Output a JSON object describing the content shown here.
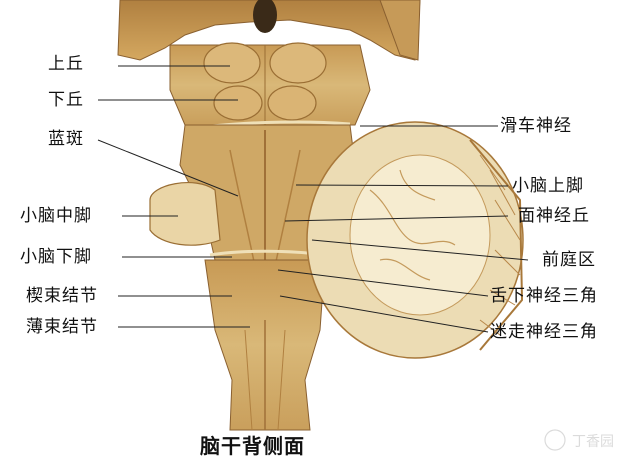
{
  "labels_left": {
    "superior_colliculus": "上丘",
    "inferior_colliculus": "下丘",
    "locus_coeruleus": "蓝斑",
    "middle_cerebellar_peduncle": "小脑中脚",
    "inferior_cerebellar_peduncle": "小脑下脚",
    "cuneate_tubercle": "楔束结节",
    "gracile_tubercle": "薄束结节"
  },
  "labels_right": {
    "trochlear_nerve": "滑车神经",
    "superior_cerebellar_peduncle": "小脑上脚",
    "facial_colliculus": "面神经丘",
    "vestibular_area": "前庭区",
    "hypoglossal_trigone": "舌下神经三角",
    "vagal_trigone": "迷走神经三角"
  },
  "caption": "脑干背侧面",
  "colors": {
    "tissue": "#d9b878",
    "tissue_dark": "#a8783a",
    "cerebellum_cut": "#ecdcb4",
    "white_matter": "#f6ecd0",
    "leader_line": "#222222"
  }
}
